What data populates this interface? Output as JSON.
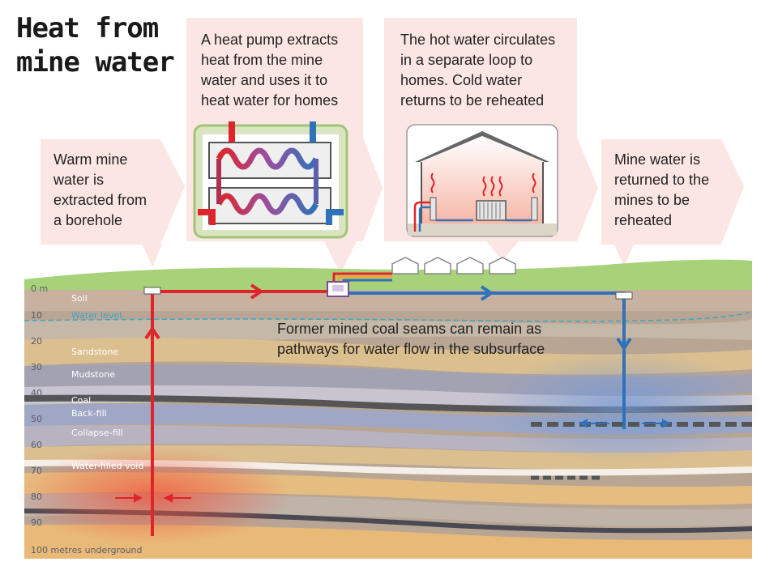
{
  "title": {
    "line1": "Heat from",
    "line2": "mine water"
  },
  "callouts": {
    "extract": [
      "Warm mine",
      "water is",
      "extracted from",
      "a borehole"
    ],
    "heat_pump": [
      "A heat pump extracts",
      "heat from the mine",
      "water and uses it to",
      "heat water for homes"
    ],
    "circulate": [
      "The hot water circulates",
      "in a separate loop to",
      "homes. Cold water",
      "returns to be reheated"
    ],
    "return": [
      "Mine water is",
      "returned to the",
      "mines to be",
      "reheated"
    ]
  },
  "subsurface_note": [
    "Former mined coal seams can remain as",
    "pathways for water flow in the subsurface"
  ],
  "depth_scale": {
    "labels": [
      "0 m",
      "10",
      "20",
      "30",
      "40",
      "50",
      "60",
      "70",
      "80",
      "90"
    ],
    "bottom_label": "100 metres underground"
  },
  "layers": {
    "soil": "Soil",
    "water_level": "Water level",
    "sandstone": "Sandstone",
    "mudstone": "Mudstone",
    "coal": "Coal",
    "backfill": "Back-fill",
    "collapse_fill": "Collapse-fill",
    "water_filled_void": "Water-filled void"
  },
  "colors": {
    "warm": "#e0242b",
    "cold": "#2f72b8",
    "callout_bg": "#fbe6e3",
    "grass": "#a8d27a",
    "water_level": "#3aa6c9"
  }
}
